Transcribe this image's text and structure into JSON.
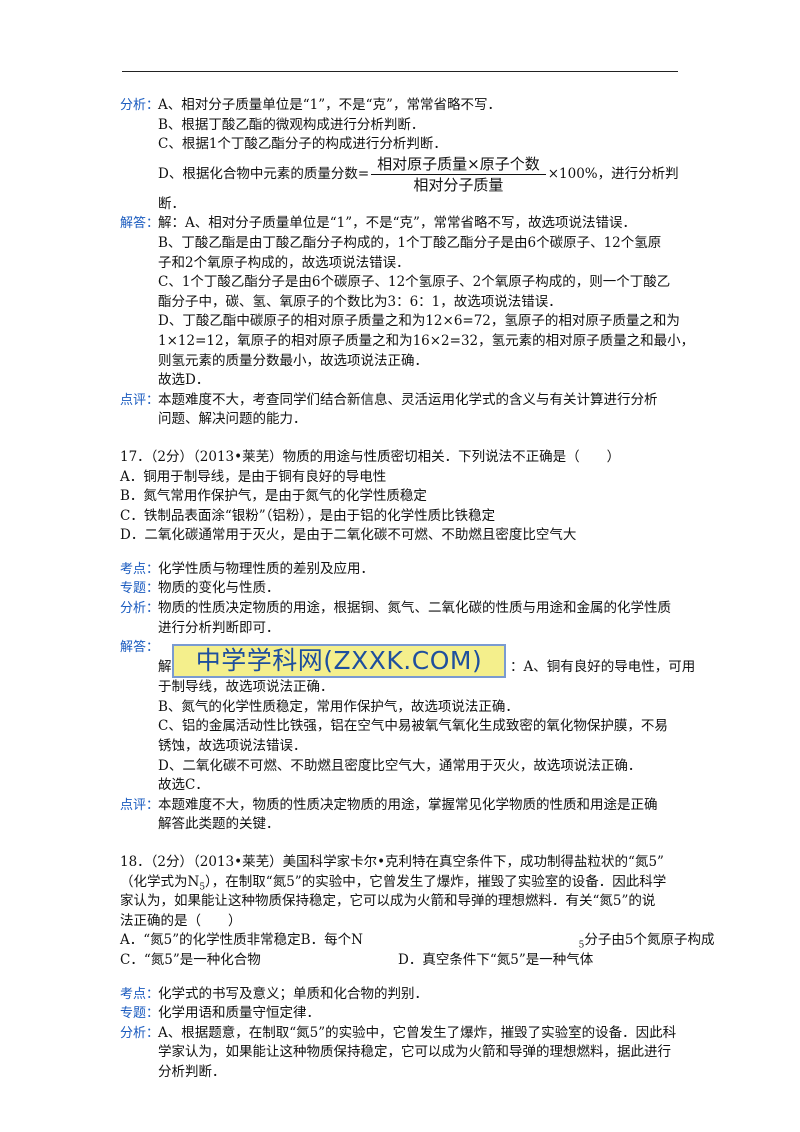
{
  "labels": {
    "fenxi": "分析：",
    "jieda": "解答：",
    "dianping": "点评：",
    "kaodian": "考点：",
    "zhuanti": "专题："
  },
  "p16": {
    "fenxi": [
      "A、相对分子质量单位是“1”，不是“克”，常常省略不写．",
      "B、根据丁酸乙酯的微观构成进行分析判断．",
      "C、根据1个丁酸乙酯分子的构成进行分析判断．"
    ],
    "formula_prefix": "D、根据化合物中元素的质量分数=",
    "formula_num": "相对原子质量×原子个数",
    "formula_den": "相对分子质量",
    "formula_suffix": "×100%，进行分析判",
    "formula_cont": "断．",
    "jieda": [
      "解：A、相对分子质量单位是“1”，不是“克”，常常省略不写，故选项说法错误．",
      "B、丁酸乙酯是由丁酸乙酯分子构成的，1个丁酸乙酯分子是由6个碳原子、12个氢原",
      "子和2个氧原子构成的，故选项说法错误．",
      "C、1个丁酸乙酯分子是由6个碳原子、12个氢原子、2个氧原子构成的，则一个丁酸乙",
      "酯分子中，碳、氢、氧原子的个数比为3：6：1，故选项说法错误．",
      "D、丁酸乙酯中碳原子的相对原子质量之和为12×6=72，氢原子的相对原子质量之和为",
      "1×12=12，氧原子的相对原子质量之和为16×2=32，氢元素的相对原子质量之和最小，",
      "则氢元素的质量分数最小，故选项说法正确．",
      "故选D．"
    ],
    "dianping": [
      "本题难度不大，考查同学们结合新信息、灵活运用化学式的含义与有关计算进行分析",
      "问题、解决问题的能力．"
    ]
  },
  "q17": {
    "stem": "17．（2分）（2013•莱芜）物质的用途与性质密切相关．下列说法不正确是（　　）",
    "options": [
      "A．铜用于制导线，是由于铜有良好的导电性",
      "B．氮气常用作保护气，是由于氮气的化学性质稳定",
      "C．铁制品表面涂“银粉”（铝粉），是由于铝的化学性质比铁稳定",
      "D．二氧化碳通常用于灭火，是由于二氧化碳不可燃、不助燃且密度比空气大"
    ],
    "kaodian": "化学性质与物理性质的差别及应用．",
    "zhuanti": "物质的变化与性质．",
    "fenxi": [
      "物质的性质决定物质的用途，根据铜、氮气、二氧化碳的性质与用途和金属的化学性质",
      "进行分析判断即可．"
    ],
    "jie_char": "解",
    "jie_tail": "：A、铜有良好的导电性，可用",
    "jieda": [
      "于制导线，故选项说法正确．",
      "B、氮气的化学性质稳定，常用作保护气，故选项说法正确．",
      "C、铝的金属活动性比铁强，铝在空气中易被氧气氧化生成致密的氧化物保护膜，不易",
      "锈蚀，故选项说法错误．",
      "D、二氧化碳不可燃、不助燃且密度比空气大，通常用于灭火，故选项说法正确．",
      "故选C．"
    ],
    "dianping": [
      "本题难度不大，物质的性质决定物质的用途，掌握常见化学物质的性质和用途是正确",
      "解答此类题的关键．"
    ]
  },
  "watermark": "中学学科网(ZXXK.COM)",
  "q18": {
    "stem": [
      "18．（2分）（2013•莱芜）美国科学家卡尔•克利特在真空条件下，成功制得盐粒状的“氮5”",
      "家认为，如果能让这种物质保持稳定，它可以成为火箭和导弹的理想燃料．有关“氮5”的说",
      "法正确的是（　　）"
    ],
    "stem_l2_a": "（化学式为N",
    "stem_l2_sub": "5",
    "stem_l2_b": "），在制取“氮5”的实验中，它曾发生了爆炸，摧毁了实验室的设备．因此科学",
    "opt_a": "A．“氮5”的化学性质非常稳定",
    "opt_b_a": "B．每个N",
    "opt_b_sub": "5",
    "opt_b_b": "分子由5个氮原子构成",
    "opt_c": "C．“氮5”是一种化合物",
    "opt_d": "D．真空条件下“氮5”是一种气体",
    "kaodian": "化学式的书写及意义；单质和化合物的判别．",
    "zhuanti": "化学用语和质量守恒定律．",
    "fenxi": [
      "A、根据题意，在制取“氮5”的实验中，它曾发生了爆炸，摧毁了实验室的设备．因此科",
      "学家认为，如果能让这种物质保持稳定，它可以成为火箭和导弹的理想燃料，据此进行",
      "分析判断．"
    ]
  }
}
